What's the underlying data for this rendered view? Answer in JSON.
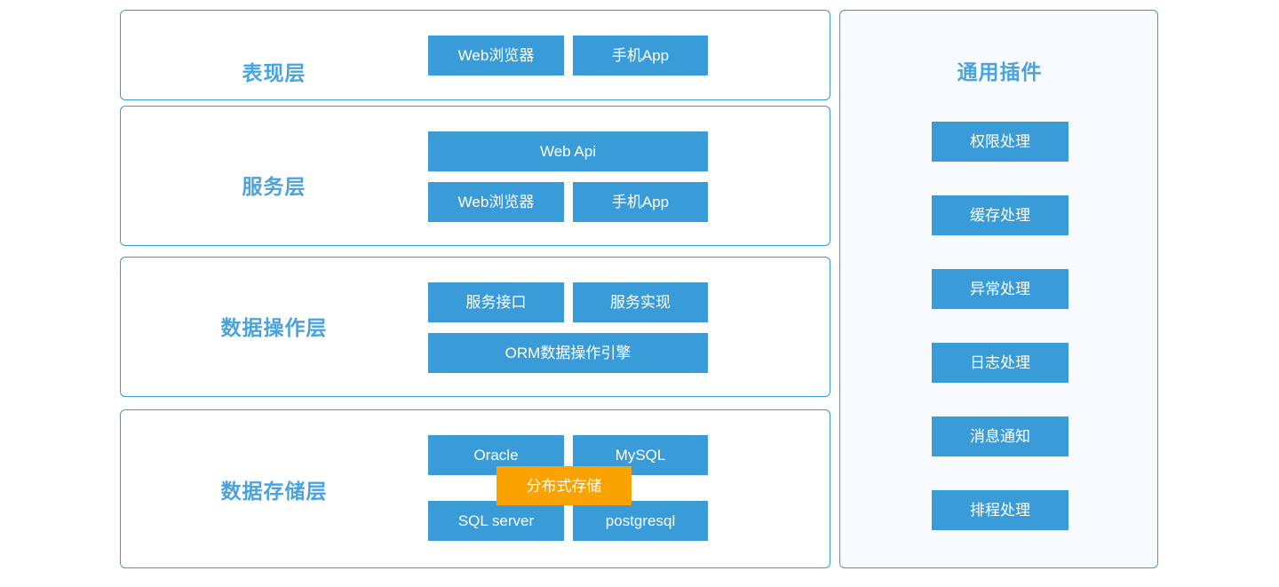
{
  "diagram": {
    "accent_blue": "#3a9bd9",
    "accent_blue_text": "#4aa3de",
    "accent_orange": "#f9a200",
    "panel_tint": "#f7fbff",
    "layers": [
      {
        "title": "表现层",
        "nodes": [
          {
            "label": "Web浏览器"
          },
          {
            "label": "手机App"
          }
        ]
      },
      {
        "title": "服务层",
        "nodes": [
          {
            "label": "Web  Api"
          },
          {
            "label": "Web浏览器"
          },
          {
            "label": "手机App"
          }
        ]
      },
      {
        "title": "数据操作层",
        "nodes": [
          {
            "label": "服务接口"
          },
          {
            "label": "服务实现"
          },
          {
            "label": "ORM数据操作引擎"
          }
        ]
      },
      {
        "title": "数据存储层",
        "nodes": [
          {
            "label": "Oracle"
          },
          {
            "label": "MySQL"
          },
          {
            "label": "SQL server"
          },
          {
            "label": "postgresql"
          }
        ],
        "overlay": {
          "label": "分布式存储"
        }
      }
    ],
    "plugins": {
      "title": "通用插件",
      "items": [
        {
          "label": "权限处理"
        },
        {
          "label": "缓存处理"
        },
        {
          "label": "异常处理"
        },
        {
          "label": "日志处理"
        },
        {
          "label": "消息通知"
        },
        {
          "label": "排程处理"
        }
      ]
    }
  }
}
